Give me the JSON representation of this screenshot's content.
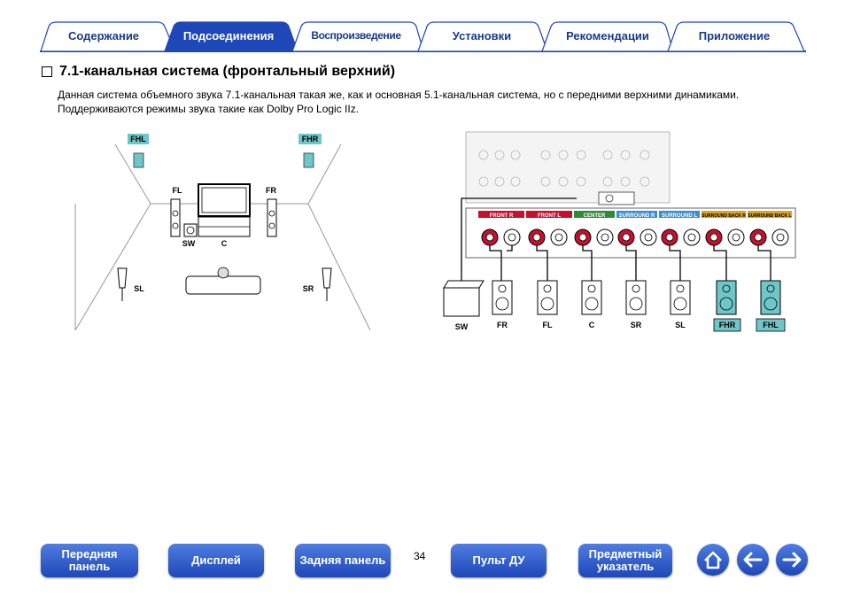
{
  "tabs": [
    {
      "label": "Содержание",
      "active": false
    },
    {
      "label": "Подсоединения",
      "active": true
    },
    {
      "label": "Воспроизведение",
      "active": false
    },
    {
      "label": "Установки",
      "active": false
    },
    {
      "label": "Рекомендации",
      "active": false
    },
    {
      "label": "Приложение",
      "active": false
    }
  ],
  "title": "7.1-канальная система (фронтальный верхний)",
  "paragraph": {
    "line1": "Данная система объемного звука 7.1-канальная такая же, как и основная 5.1-канальная система, но с передними верхними динамиками.",
    "line2": "Поддерживаются режимы звука такие как Dolby Pro Logic IIz."
  },
  "room": {
    "fhl": "FHL",
    "fhr": "FHR",
    "fl": "FL",
    "fr": "FR",
    "sw": "SW",
    "c": "C",
    "sl": "SL",
    "sr": "SR"
  },
  "terminal": {
    "front_r": "FRONT R",
    "front_l": "FRONT L",
    "center": "CENTER",
    "surround_r": "SURROUND R",
    "surround_l": "SURROUND L",
    "surround_back_r": "SURROUND BACK R",
    "surround_back_l": "SURROUND BACK L"
  },
  "speakers": [
    "SW",
    "FR",
    "FL",
    "C",
    "SR",
    "SL",
    "FHR",
    "FHL"
  ],
  "colors": {
    "accent": "#1e47b8",
    "highlight": "#6ec6c8",
    "front": "#c8102e",
    "center": "#2e8b3a",
    "surround": "#3a8ed0",
    "surround_back": "#d9a326"
  },
  "footer": {
    "front_panel": "Передняя панель",
    "display": "Дисплей",
    "rear_panel": "Задняя панель",
    "page": "34",
    "remote": "Пульт ДУ",
    "index": "Предметный указатель"
  },
  "icons": {
    "home": "home-icon",
    "back": "arrow-left-icon",
    "forward": "arrow-right-icon"
  }
}
